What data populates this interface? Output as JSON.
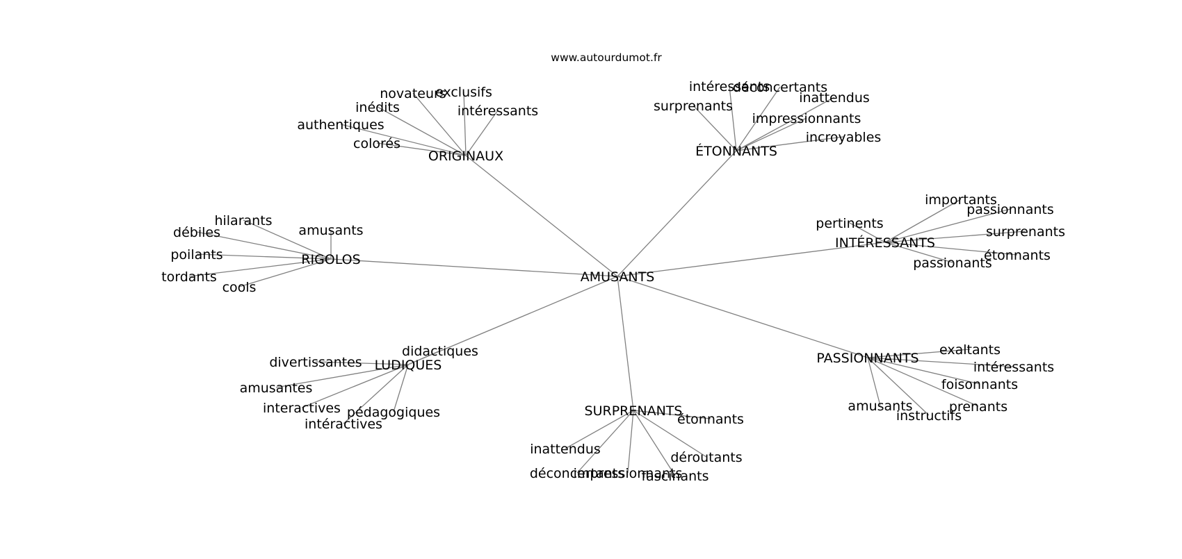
{
  "site_label": "www.autourdumot.fr",
  "colors": {
    "edge": "#808080",
    "text": "#000000",
    "background": "#ffffff"
  },
  "graph": {
    "center": {
      "id": "amusants",
      "label": "AMUSANTS"
    },
    "branches": [
      {
        "id": "originaux",
        "label": "ORIGINAUX",
        "children": [
          {
            "id": "novateurs",
            "label": "novateurs"
          },
          {
            "id": "exclusifs",
            "label": "exclusifs"
          },
          {
            "id": "inedits",
            "label": "inédits"
          },
          {
            "id": "interessants",
            "label": "intéressants"
          },
          {
            "id": "authentiques",
            "label": "authentiques"
          },
          {
            "id": "colores",
            "label": "colorés"
          }
        ]
      },
      {
        "id": "etonnants",
        "label": "ÉTONNANTS",
        "children": [
          {
            "id": "interessants",
            "label": "intéressants"
          },
          {
            "id": "deconcertants",
            "label": "déconcertants"
          },
          {
            "id": "surprenants",
            "label": "surprenants"
          },
          {
            "id": "inattendus",
            "label": "inattendus"
          },
          {
            "id": "impressionnants",
            "label": "impressionnants"
          },
          {
            "id": "incroyables",
            "label": "incroyables"
          }
        ]
      },
      {
        "id": "interessants",
        "label": "INTÉRESSANTS",
        "children": [
          {
            "id": "importants",
            "label": "importants"
          },
          {
            "id": "passionnants",
            "label": "passionnants"
          },
          {
            "id": "pertinents",
            "label": "pertinents"
          },
          {
            "id": "surprenants",
            "label": "surprenants"
          },
          {
            "id": "etonnants",
            "label": "étonnants"
          },
          {
            "id": "passionants",
            "label": "passionants"
          }
        ]
      },
      {
        "id": "rigolos",
        "label": "RIGOLOS",
        "children": [
          {
            "id": "hilarants",
            "label": "hilarants"
          },
          {
            "id": "amusants",
            "label": "amusants"
          },
          {
            "id": "debiles",
            "label": "débiles"
          },
          {
            "id": "poilants",
            "label": "poilants"
          },
          {
            "id": "tordants",
            "label": "tordants"
          },
          {
            "id": "cools",
            "label": "cools"
          }
        ]
      },
      {
        "id": "ludiques",
        "label": "LUDIQUES",
        "children": [
          {
            "id": "didactiques",
            "label": "didactiques"
          },
          {
            "id": "divertissantes",
            "label": "divertissantes"
          },
          {
            "id": "amusantes",
            "label": "amusantes"
          },
          {
            "id": "interactives",
            "label": "interactives"
          },
          {
            "id": "pedagogiques",
            "label": "pédagogiques"
          },
          {
            "id": "interactives-accent",
            "label": "intéractives"
          }
        ]
      },
      {
        "id": "surprenants",
        "label": "SURPRENANTS",
        "children": [
          {
            "id": "etonnants",
            "label": "étonnants"
          },
          {
            "id": "inattendus",
            "label": "inattendus"
          },
          {
            "id": "deroutants",
            "label": "déroutants"
          },
          {
            "id": "deconcertants",
            "label": "déconcertants"
          },
          {
            "id": "impressionnants",
            "label": "impressionnants"
          },
          {
            "id": "fascinants",
            "label": "fascinants"
          }
        ]
      },
      {
        "id": "passionnants",
        "label": "PASSIONNANTS",
        "children": [
          {
            "id": "exaltants",
            "label": "exaltants"
          },
          {
            "id": "interessants",
            "label": "intéressants"
          },
          {
            "id": "foisonnants",
            "label": "foisonnants"
          },
          {
            "id": "amusants",
            "label": "amusants"
          },
          {
            "id": "prenants",
            "label": "prenants"
          },
          {
            "id": "instructifs",
            "label": "instructifs"
          }
        ]
      }
    ]
  }
}
